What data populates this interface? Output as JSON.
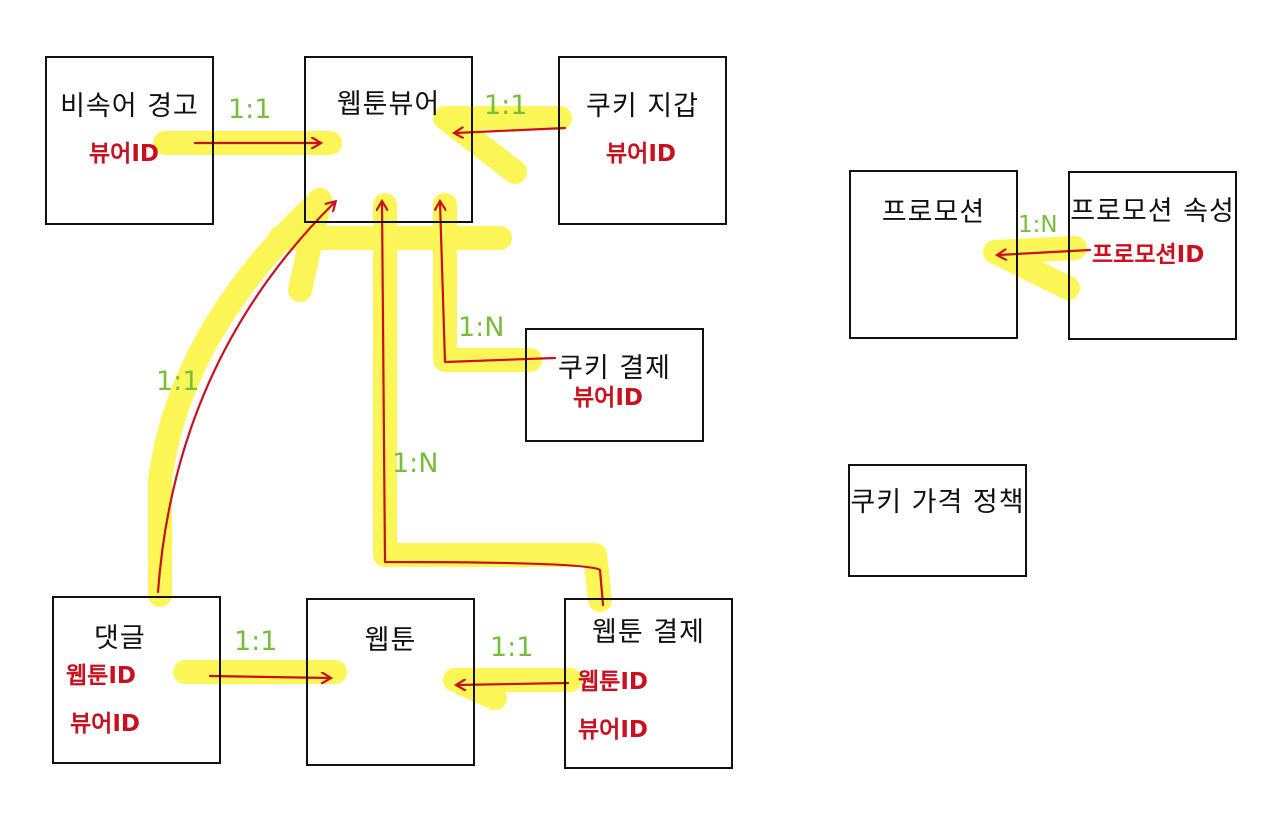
{
  "entities": {
    "bisokeo": {
      "name": "비속어 경고",
      "attrs": [
        "뷰어ID"
      ]
    },
    "webtoon_viewer": {
      "name": "웹툰뷰어",
      "attrs": []
    },
    "cookie_wallet": {
      "name": "쿠키 지갑",
      "attrs": [
        "뷰어ID"
      ]
    },
    "cookie_payment": {
      "name": "쿠키 결제",
      "attrs": [
        "뷰어ID"
      ]
    },
    "comment": {
      "name": "댓글",
      "attrs": [
        "웹툰ID",
        "뷰어ID"
      ]
    },
    "webtoon": {
      "name": "웹툰",
      "attrs": []
    },
    "webtoon_payment": {
      "name": "웹툰 결제",
      "attrs": [
        "웹툰ID",
        "뷰어ID"
      ]
    },
    "promotion": {
      "name": "프로모션",
      "attrs": []
    },
    "promotion_attr": {
      "name": "프로모션 속성",
      "attrs": [
        "프로모션ID"
      ]
    },
    "cookie_price_policy": {
      "name": "쿠키 가격 정책",
      "attrs": []
    }
  },
  "relations": {
    "bisokeo_viewer": "1:1",
    "wallet_viewer": "1:1",
    "cookiepay_viewer": "1:N",
    "comment_viewer": "1:1",
    "webtoonpay_viewer": "1:N",
    "comment_webtoon": "1:1",
    "webtoonpay_webtoon": "1:1",
    "promoattr_promo": "1:N"
  },
  "colors": {
    "box_border": "#111111",
    "attribute_text": "#c8101e",
    "arrow": "#c8101e",
    "relation_text": "#78bd3c",
    "highlight": "#fbf43a"
  }
}
